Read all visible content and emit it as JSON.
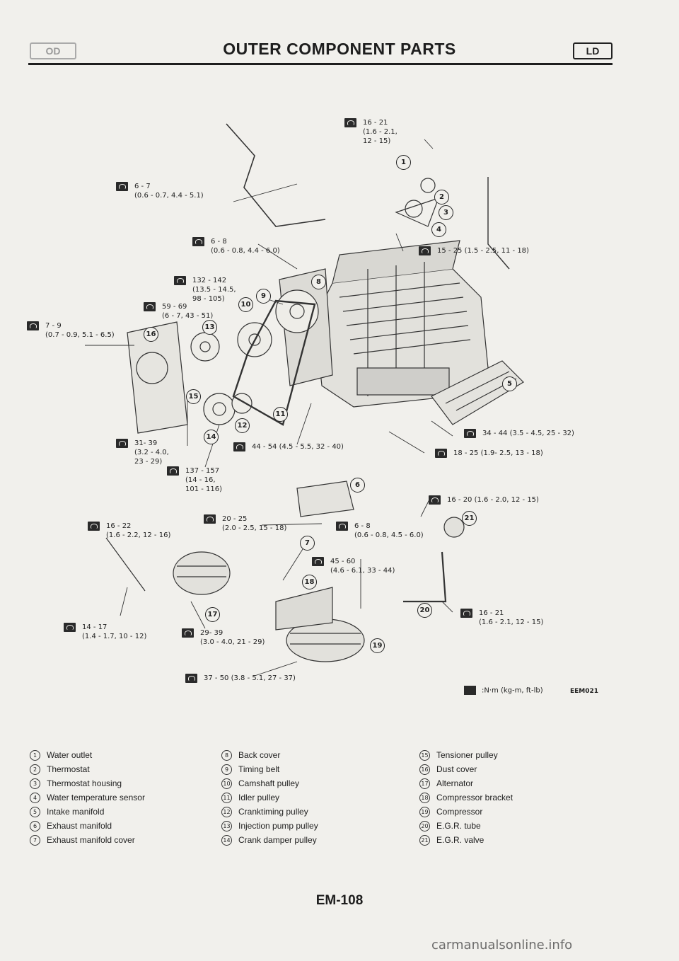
{
  "header": {
    "left_badge": "OD",
    "title": "OUTER COMPONENT PARTS",
    "right_badge": "LD"
  },
  "torques": [
    {
      "text": "16 - 21\n(1.6 - 2.1,\n12 - 15)"
    },
    {
      "text": "6 - 7\n(0.6 - 0.7, 4.4 - 5.1)"
    },
    {
      "text": "6 - 8\n(0.6 - 0.8, 4.4 - 6.0)"
    },
    {
      "text": "15 - 25 (1.5 - 2.5, 11 - 18)"
    },
    {
      "text": "132 - 142\n(13.5 - 14.5,\n98 - 105)"
    },
    {
      "text": "59 - 69\n(6 - 7, 43 - 51)"
    },
    {
      "text": "7 - 9\n(0.7 - 0.9, 5.1 - 6.5)"
    },
    {
      "text": "31- 39\n(3.2 - 4.0,\n23 - 29)"
    },
    {
      "text": "44 - 54 (4.5 - 5.5, 32 - 40)"
    },
    {
      "text": "34 - 44 (3.5 - 4.5, 25 - 32)"
    },
    {
      "text": "18 - 25 (1.9- 2.5, 13 - 18)"
    },
    {
      "text": "137 - 157\n(14 - 16,\n101 - 116)"
    },
    {
      "text": "16 - 20 (1.6 - 2.0, 12 - 15)"
    },
    {
      "text": "20 - 25\n(2.0 - 2.5, 15 - 18)"
    },
    {
      "text": "6 - 8\n(0.6 - 0.8, 4.5 - 6.0)"
    },
    {
      "text": "16 - 22\n(1.6 - 2.2, 12 - 16)"
    },
    {
      "text": "45 - 60\n(4.6 - 6.1, 33 - 44)"
    },
    {
      "text": "14 - 17\n(1.4 - 1.7, 10 - 12)"
    },
    {
      "text": "29- 39\n(3.0 - 4.0, 21 - 29)"
    },
    {
      "text": "16 - 21\n(1.6 - 2.1, 12 - 15)"
    },
    {
      "text": "37 - 50 (3.8 - 5.1, 27 - 37)"
    }
  ],
  "callouts": [
    "1",
    "2",
    "3",
    "4",
    "5",
    "6",
    "7",
    "8",
    "9",
    "10",
    "11",
    "12",
    "13",
    "14",
    "15",
    "16",
    "17",
    "18",
    "19",
    "20",
    "21"
  ],
  "unit_note": ":N·m (kg-m, ft-lb)",
  "figure_id": "EEM021",
  "legend": [
    {
      "num": "1",
      "label": "Water outlet"
    },
    {
      "num": "2",
      "label": "Thermostat"
    },
    {
      "num": "3",
      "label": "Thermostat housing"
    },
    {
      "num": "4",
      "label": "Water temperature sensor"
    },
    {
      "num": "5",
      "label": "Intake manifold"
    },
    {
      "num": "6",
      "label": "Exhaust manifold"
    },
    {
      "num": "7",
      "label": "Exhaust manifold cover"
    },
    {
      "num": "8",
      "label": "Back cover"
    },
    {
      "num": "9",
      "label": "Timing belt"
    },
    {
      "num": "10",
      "label": "Camshaft pulley"
    },
    {
      "num": "11",
      "label": "Idler pulley"
    },
    {
      "num": "12",
      "label": "Cranktiming pulley"
    },
    {
      "num": "13",
      "label": "Injection pump pulley"
    },
    {
      "num": "14",
      "label": "Crank damper pulley"
    },
    {
      "num": "15",
      "label": "Tensioner pulley"
    },
    {
      "num": "16",
      "label": "Dust cover"
    },
    {
      "num": "17",
      "label": "Alternator"
    },
    {
      "num": "18",
      "label": "Compressor bracket"
    },
    {
      "num": "19",
      "label": "Compressor"
    },
    {
      "num": "20",
      "label": "E.G.R. tube"
    },
    {
      "num": "21",
      "label": "E.G.R. valve"
    }
  ],
  "footer": "EM-108",
  "watermark": "carmanualsonline.info"
}
